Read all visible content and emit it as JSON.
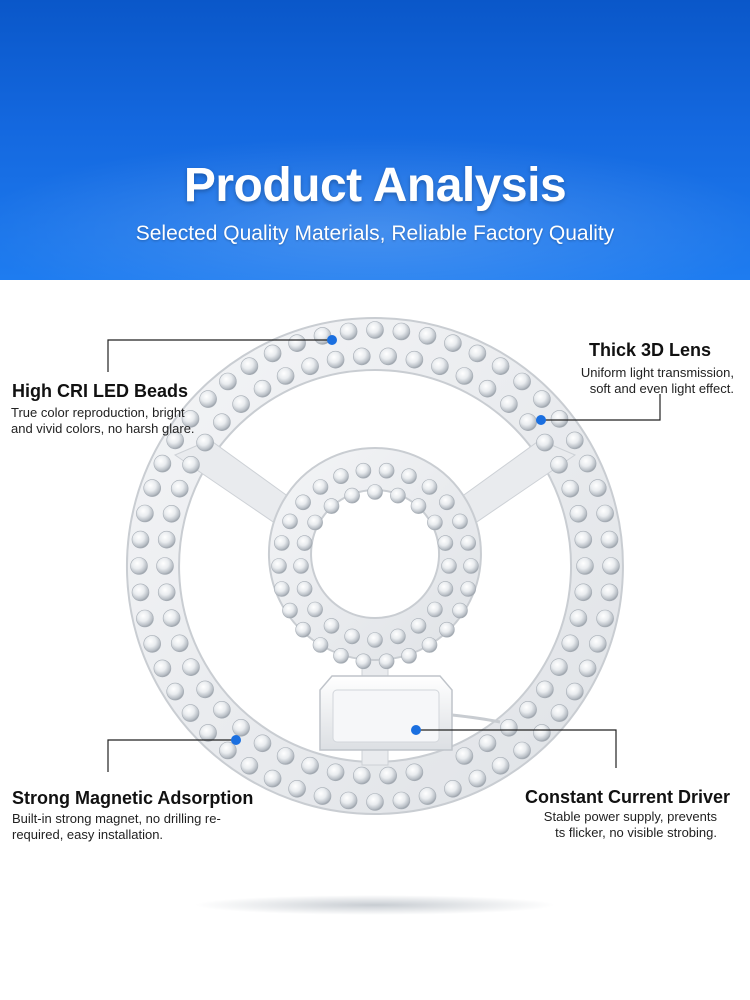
{
  "header": {
    "title": "Product Analysis",
    "subtitle": "Selected Quality Materials, Reliable Factory Quality"
  },
  "features": [
    {
      "title": "High CRI LED Beads",
      "description": "True color reproduction, bright\nand vivid colors, no harsh glare."
    },
    {
      "title": "Thick 3D Lens",
      "description": "Uniform light transmission,\nsoft and even light effect."
    },
    {
      "title": "Strong Magnetic Adsorption",
      "description": "Built-in strong magnet, no drilling re-\nrequired, easy installation."
    },
    {
      "title": "Constant Current Driver",
      "description": "Stable power supply, prevents\nts flicker, no visible strobing."
    }
  ],
  "colors": {
    "banner": "#1468df",
    "callout_dot": "#1a6fe0",
    "text": "#111111"
  },
  "icons": [
    "led-ring-module-image",
    "callout-dot-icon"
  ]
}
